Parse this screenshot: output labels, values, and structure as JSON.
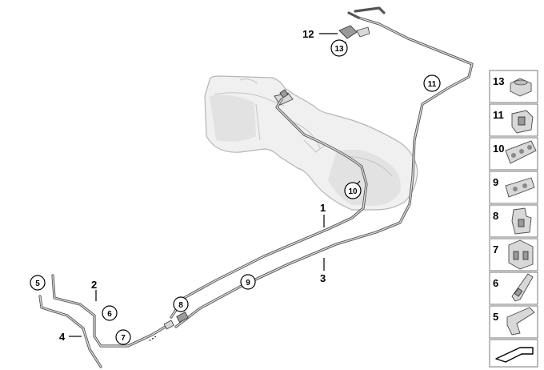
{
  "callouts": {
    "c1": "1",
    "c2": "2",
    "c3": "3",
    "c4": "4",
    "c12": "12"
  },
  "circled": {
    "c5": "5",
    "c6": "6",
    "c7": "7",
    "c8": "8",
    "c9": "9",
    "c10": "10",
    "c11": "11",
    "c13": "13"
  },
  "legend": {
    "items": [
      "13",
      "11",
      "10",
      "9",
      "8",
      "7",
      "6",
      "5"
    ]
  }
}
